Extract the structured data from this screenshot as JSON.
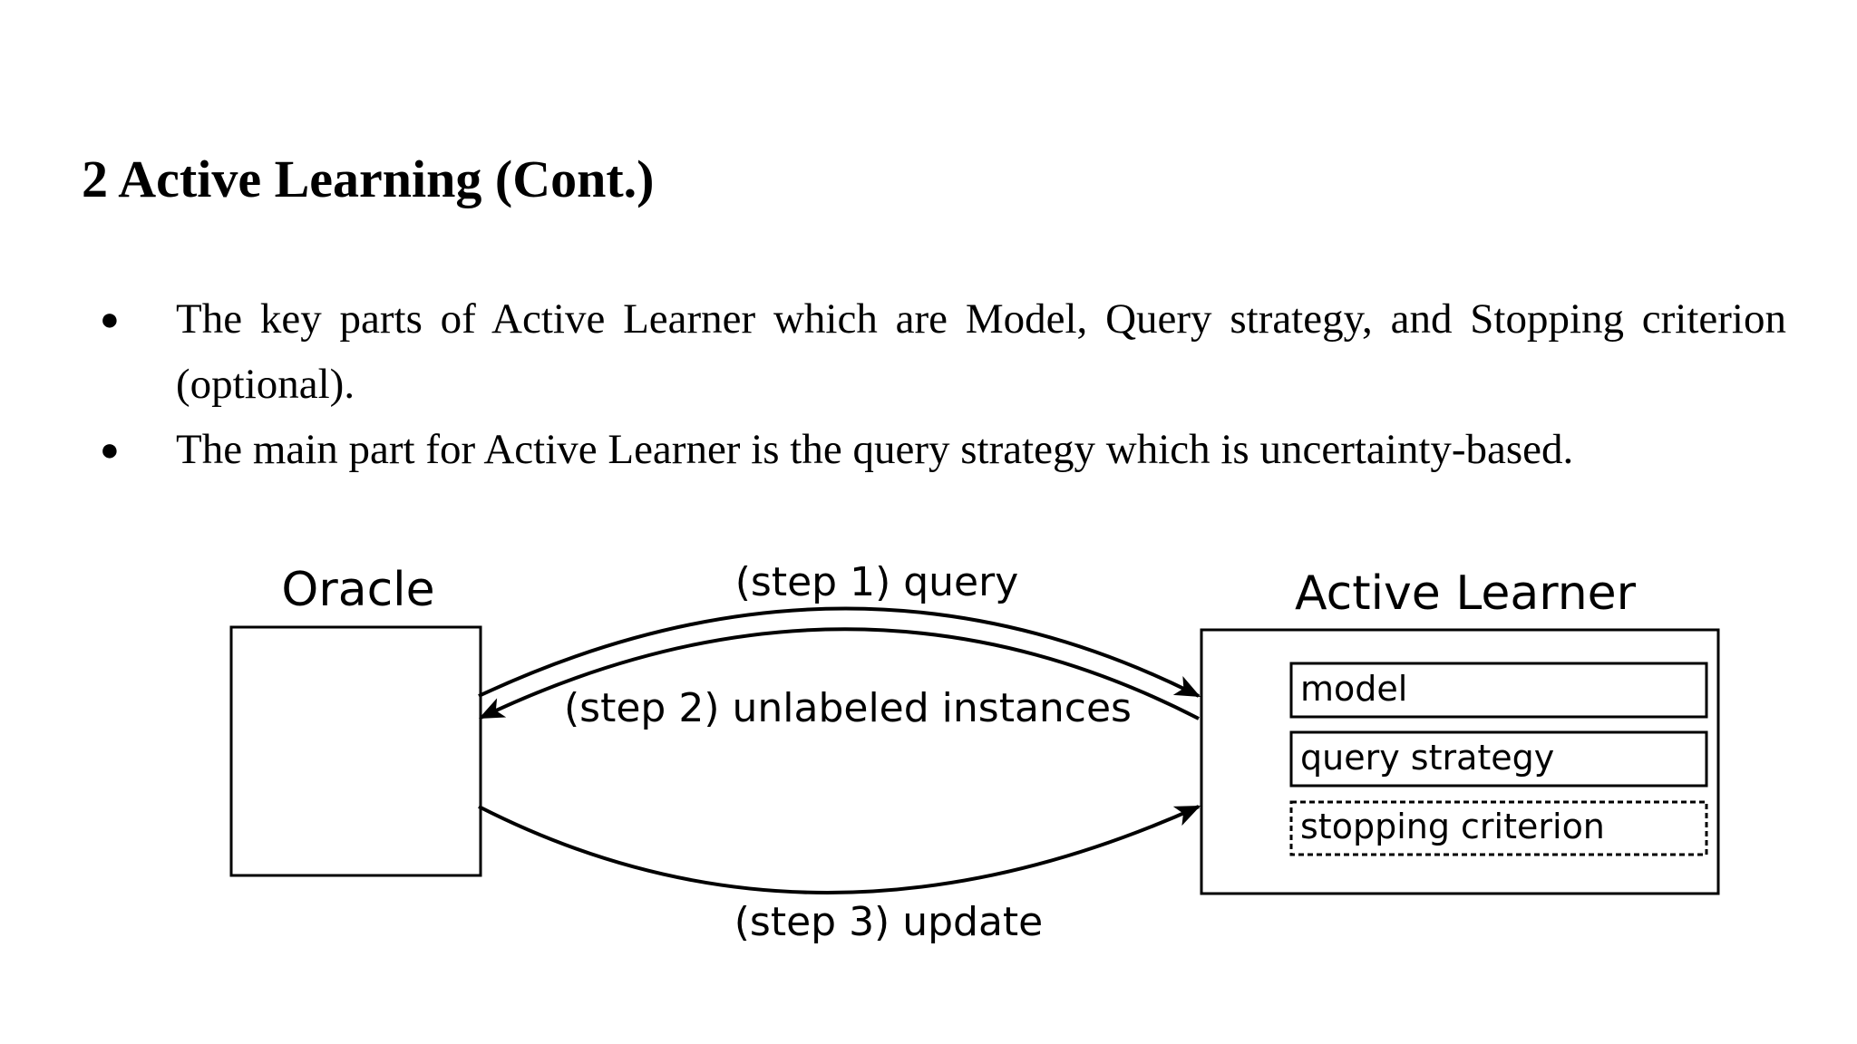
{
  "title": "2 Active Learning (Cont.)",
  "bullets": [
    {
      "text": "The key parts of Active Learner which are Model, Query strategy, and Stopping criterion (optional)."
    },
    {
      "text": "The main part for Active Learner is the query strategy which is uncertainty-based."
    }
  ],
  "diagram": {
    "oracle_label": "Oracle",
    "learner_label": "Active Learner",
    "components": {
      "model": "model",
      "query_strategy": "query strategy",
      "stopping_criterion": "stopping criterion"
    },
    "steps": {
      "step1": "(step 1) query",
      "step2": "(step 2) unlabeled instances",
      "step3": "(step 3) update"
    }
  }
}
